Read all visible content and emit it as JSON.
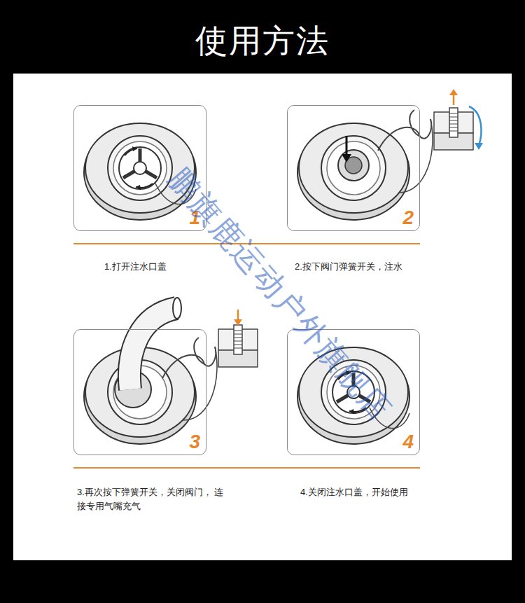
{
  "diagram": {
    "title": "使用方法",
    "nodes": [
      {
        "text": [
          "1",
          "1.打开注水口盖"
        ]
      },
      {
        "text": [
          "2",
          "2.按下阀门弹簧开关，注水"
        ]
      },
      {
        "text": [
          "3",
          "3.再次按下弹簧开关，关闭阀门， 连接专用气嘴充气"
        ]
      },
      {
        "text": [
          "4",
          "4.关闭注水口盖，开始使用"
        ]
      }
    ],
    "labels": [
      "鹏旗鹿运动户外旗舰店"
    ]
  }
}
